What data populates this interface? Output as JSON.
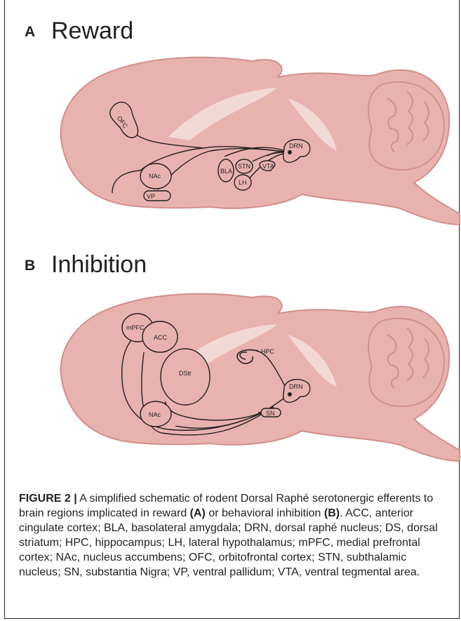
{
  "panelA": {
    "letter": "A",
    "title": "Reward",
    "regions": {
      "ofc": "OFC",
      "nac": "NAc",
      "vp": "VP",
      "bla": "BLA",
      "stn": "STN",
      "lh": "LH",
      "vta": "VTA",
      "drn": "DRN"
    }
  },
  "panelB": {
    "letter": "B",
    "title": "Inhibition",
    "regions": {
      "mpfc": "mPFC",
      "acc": "ACC",
      "dstr": "DStr",
      "nac": "NAc",
      "hpc": "HPC",
      "drn": "DRN",
      "sn": "SN"
    }
  },
  "caption": {
    "label": "FIGURE 2 |",
    "text_1": " A simplified schematic of rodent Dorsal Raphé serotonergic efferents to brain regions implicated in reward ",
    "ref_a": "(A)",
    "text_2": " or behavioral inhibition ",
    "ref_b": "(B)",
    "text_3": ". ACC, anterior cingulate cortex; BLA, basolateral amygdala; DRN, dorsal raphé nucleus; DS, dorsal striatum; HPC, hippocampus; LH, lateral hypothalamus; mPFC, medial prefrontal cortex; NAc, nucleus accumbens; OFC, orbitofrontal cortex; STN, subthalamic nucleus; SN, substantia Nigra; VP, ventral pallidum; VTA, ventral tegmental area."
  },
  "colors": {
    "brain_fill": "#e8b2ae",
    "brain_stroke": "#d28f8a",
    "highlight": "#f3d9d6",
    "line": "#231f20"
  }
}
